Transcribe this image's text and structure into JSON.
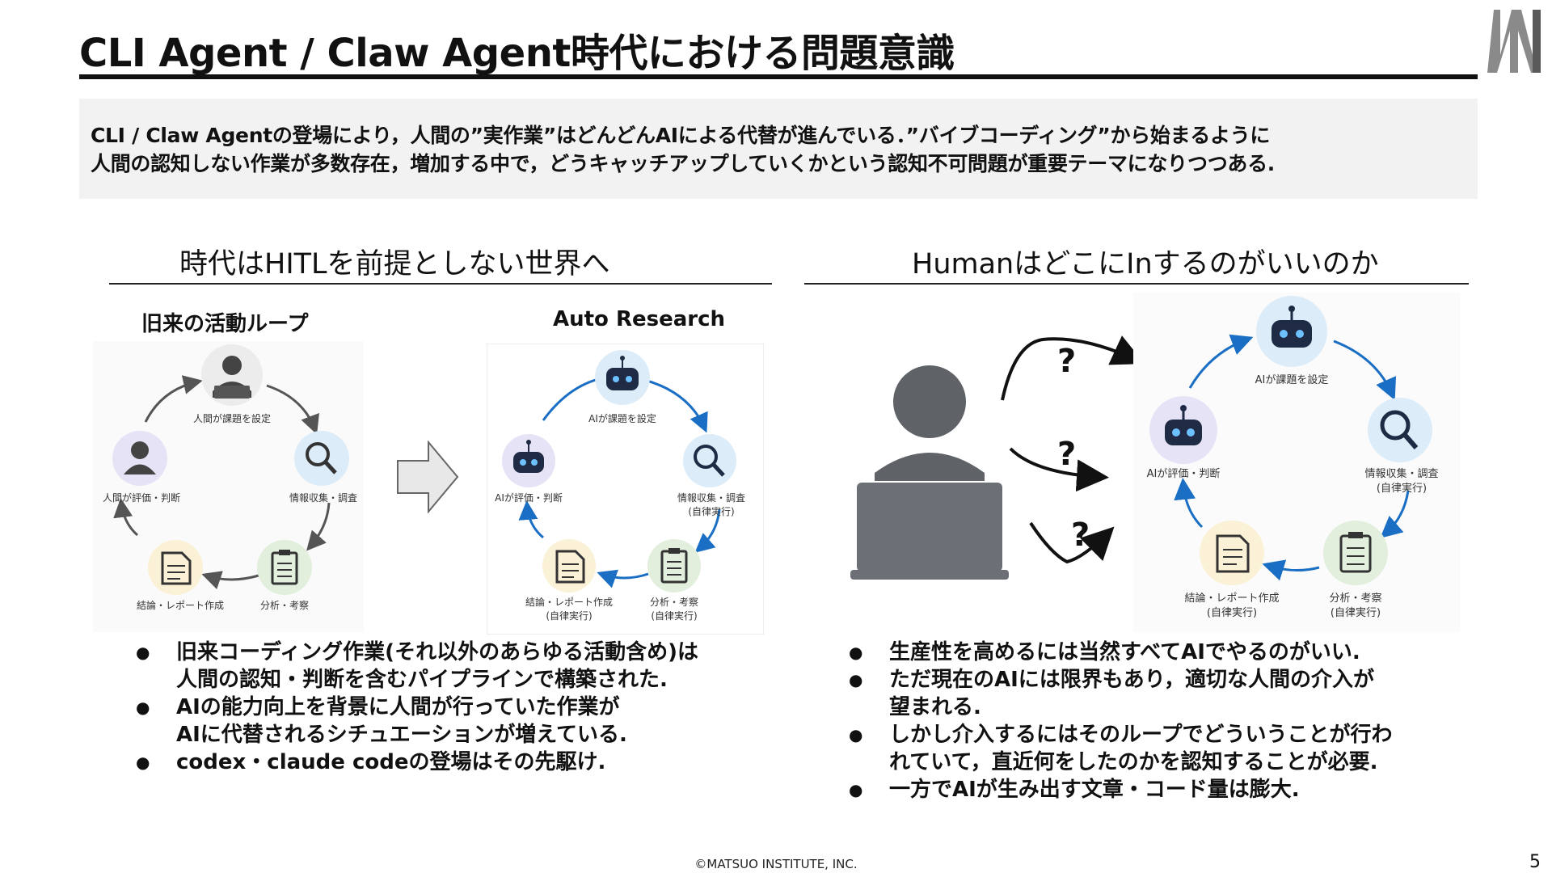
{
  "slide": {
    "title": "CLI Agent / Claw Agent時代における問題意識",
    "summary": {
      "line1": "CLI / Claw Agentの登場により，人間の”実作業”はどんどんAIによる代替が進んでいる．”バイブコーディング”から始まるように",
      "line2": "人間の認知しない作業が多数存在，増加する中で，どうキャッチアップしていくかという認知不可問題が重要テーマになりつつある."
    },
    "footer": "©MATSUO INSTITUTE, INC.",
    "page_number": "5"
  },
  "left": {
    "heading": "時代はHITLを前提としない世界へ",
    "old_loop": {
      "label": "旧来の活動ループ",
      "steps": [
        "人間が課題を設定",
        "情報収集・調査",
        "分析・考察",
        "結論・レポート作成",
        "人間が評価・判断"
      ]
    },
    "auto_research": {
      "label": "Auto Research",
      "steps": [
        "AIが課題を設定",
        "情報収集・調査",
        "(自律実行)",
        "分析・考察",
        "(自律実行)",
        "結論・レポート作成",
        "(自律実行)",
        "AIが評価・判断"
      ]
    },
    "bullets": [
      "旧来コーディング作業(それ以外のあらゆる活動含め)は",
      "人間の認知・判断を含むパイプラインで構築された.",
      "AIの能力向上を背景に人間が行っていた作業が",
      "AIに代替されるシチュエーションが増えている.",
      "codex・claude codeの登場はその先駆け."
    ]
  },
  "right": {
    "heading": "HumanはどこにInするのがいいのか",
    "question_mark": "?",
    "cycle": {
      "steps": [
        "AIが課題を設定",
        "情報収集・調査",
        "(自律実行)",
        "分析・考察",
        "(自律実行)",
        "結論・レポート作成",
        "(自律実行)",
        "AIが評価・判断"
      ]
    },
    "bullets": [
      "生産性を高めるには当然すべてAIでやるのがいい.",
      "ただ現在のAIには限界もあり，適切な人間の介入が",
      "望まれる.",
      "しかし介入するにはそのループでどういうことが行わ",
      "れていて，直近何をしたのかを認知することが必要.",
      "一方でAIが生み出す文章・コード量は膨大."
    ]
  },
  "colors": {
    "arrow_blue": "#1a6fc4",
    "arrow_gray": "#555555",
    "person_gray": "#5f6266",
    "robot_purple_bg": "#e3e0f5",
    "search_blue_bg": "#dcecf8",
    "clip_green_bg": "#e2efdc",
    "doc_yellow_bg": "#fbf1d6"
  },
  "icons": [
    "person-icon",
    "robot-icon",
    "search-icon",
    "clipboard-icon",
    "document-icon",
    "laptop-user-icon",
    "right-arrow-icon",
    "logo-mark"
  ]
}
